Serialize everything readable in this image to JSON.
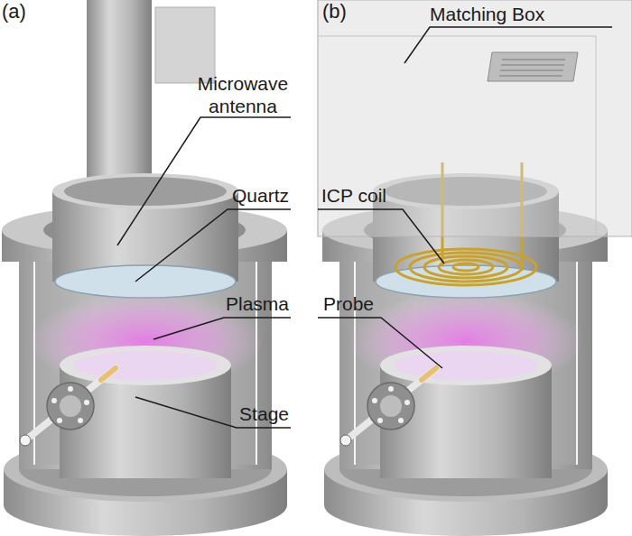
{
  "diagram": {
    "labels": [
      "(a)",
      "(b)",
      "Matching Box",
      "Microwave antenna",
      "Quartz",
      "ICP coil",
      "Plasma",
      "Probe",
      "Stage"
    ]
  }
}
